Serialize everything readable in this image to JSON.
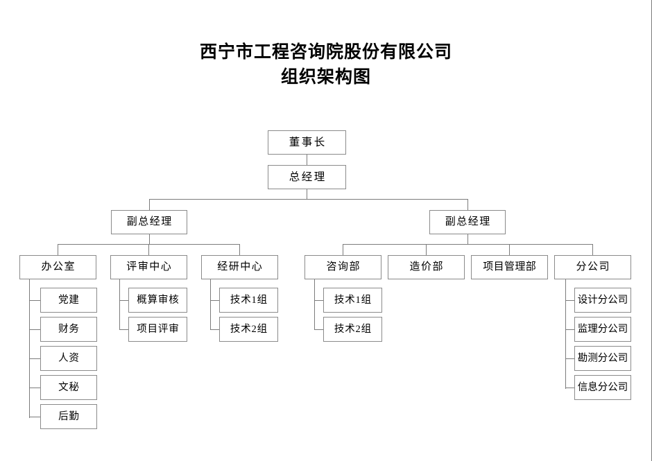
{
  "document": {
    "title_line_1": "西宁市工程咨询院股份有限公司",
    "title_line_2": "组织架构图"
  },
  "colors": {
    "box_border": "#8a8a8a",
    "connector": "#7b7b7b",
    "text": "#000000",
    "background": "#ffffff"
  },
  "chart_data": {
    "type": "diagram",
    "diagram_kind": "organizational-chart",
    "title": "西宁市工程咨询院股份有限公司 组织架构图",
    "nodes": {
      "chairman": "董事长",
      "general_manager": "总经理",
      "deputy_gm_left": "副总经理",
      "deputy_gm_right": "副总经理",
      "office": "办公室",
      "review_center": "评审中心",
      "research_center": "经研中心",
      "consulting_dept": "咨询部",
      "cost_dept": "造价部",
      "project_mgmt_dept": "项目管理部",
      "branch_company": "分公司",
      "office_child_1": "党建",
      "office_child_2": "财务",
      "office_child_3": "人资",
      "office_child_4": "文秘",
      "office_child_5": "后勤",
      "review_child_1": "概算审核",
      "review_child_2": "项目评审",
      "research_child_1": "技术1组",
      "research_child_2": "技术2组",
      "consulting_child_1": "技术1组",
      "consulting_child_2": "技术2组",
      "branch_child_1": "设计分公司",
      "branch_child_2": "监理分公司",
      "branch_child_3": "勘测分公司",
      "branch_child_4": "信息分公司"
    },
    "hierarchy": [
      {
        "level": 1,
        "label": "董事长",
        "children": [
          "总经理"
        ]
      },
      {
        "level": 2,
        "label": "总经理",
        "children": [
          "副总经理",
          "副总经理"
        ]
      },
      {
        "level": 3,
        "label": "副总经理",
        "side": "left",
        "children": [
          "办公室",
          "评审中心",
          "经研中心"
        ]
      },
      {
        "level": 3,
        "label": "副总经理",
        "side": "right",
        "children": [
          "咨询部",
          "造价部",
          "项目管理部",
          "分公司"
        ]
      },
      {
        "level": 4,
        "label": "办公室",
        "children": [
          "党建",
          "财务",
          "人资",
          "文秘",
          "后勤"
        ]
      },
      {
        "level": 4,
        "label": "评审中心",
        "children": [
          "概算审核",
          "项目评审"
        ]
      },
      {
        "level": 4,
        "label": "经研中心",
        "children": [
          "技术1组",
          "技术2组"
        ]
      },
      {
        "level": 4,
        "label": "咨询部",
        "children": [
          "技术1组",
          "技术2组"
        ]
      },
      {
        "level": 4,
        "label": "造价部",
        "children": []
      },
      {
        "level": 4,
        "label": "项目管理部",
        "children": []
      },
      {
        "level": 4,
        "label": "分公司",
        "children": [
          "设计分公司",
          "监理分公司",
          "勘测分公司",
          "信息分公司"
        ]
      }
    ]
  }
}
